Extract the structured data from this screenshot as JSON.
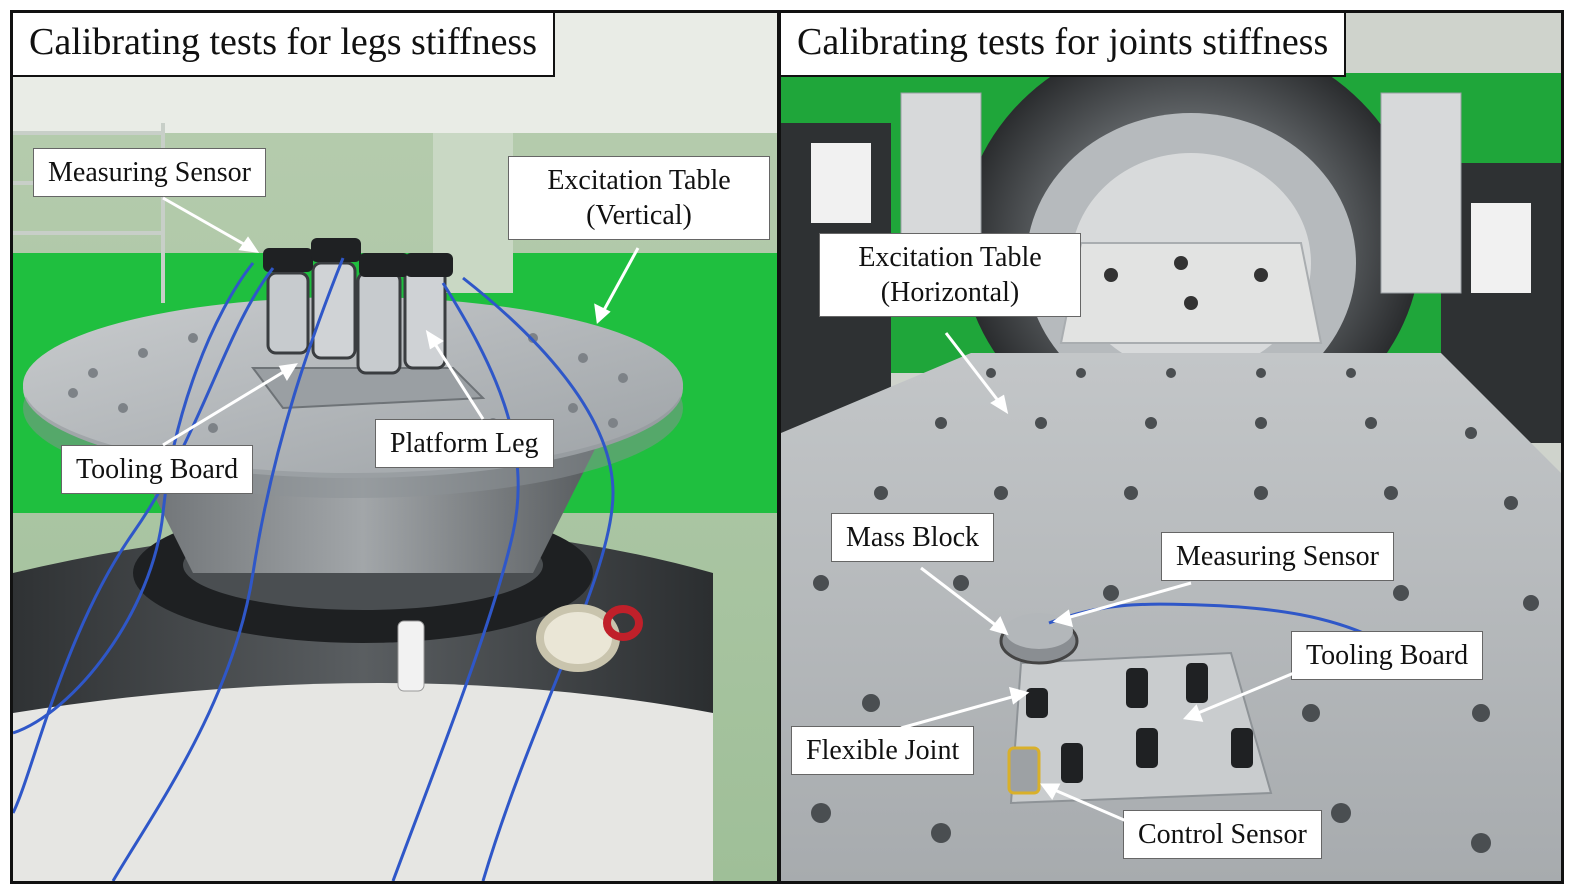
{
  "left_panel": {
    "title": "Calibrating tests for legs stiffness",
    "labels": {
      "measuring_sensor": "Measuring Sensor",
      "excitation_table_line1": "Excitation Table",
      "excitation_table_line2": "(Vertical)",
      "tooling_board": "Tooling Board",
      "platform_leg": "Platform Leg"
    }
  },
  "right_panel": {
    "title": "Calibrating tests for joints stiffness",
    "labels": {
      "excitation_table_line1": "Excitation Table",
      "excitation_table_line2": "(Horizontal)",
      "mass_block": "Mass Block",
      "measuring_sensor": "Measuring Sensor",
      "tooling_board": "Tooling Board",
      "flexible_joint": "Flexible Joint",
      "control_sensor": "Control Sensor"
    }
  },
  "colors": {
    "floor_green": "#1fbf3f",
    "wall_green": "#a9c9a0",
    "plate_gray": "#b8bcbf",
    "shaker_dark": "#3c3f42",
    "cable_blue": "#2f57c8"
  }
}
